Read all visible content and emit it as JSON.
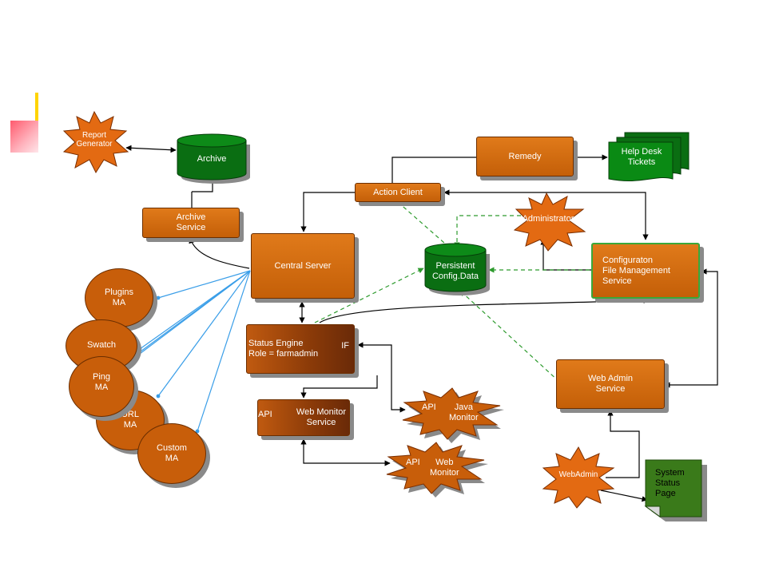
{
  "diagram": {
    "colors": {
      "orange": "#c85e0a",
      "green": "#0a6e12",
      "connector_black": "#000000",
      "connector_blue": "#3a9ee8",
      "connector_green_dashed": "#2e9b2e",
      "accent_yellow": "#ffd400",
      "accent_pink": "#ff5a6e"
    },
    "nodes": {
      "report_generator": "Report\nGenerator",
      "archive": "Archive",
      "archive_service": "Archive\nService",
      "remedy": "Remedy",
      "help_desk_tickets": "Help Desk\nTickets",
      "action_client": "Action Client",
      "administrator": "Administrator",
      "central_server": "Central Server",
      "persistent_config": "Persistent\nConfig.Data",
      "config_file_mgmt": "Configuraton\nFile Management\nService",
      "plugins_ma": "Plugins\nMA",
      "swatch": "Swatch",
      "ping_ma": "Ping\nMA",
      "url_ma": "URL\nMA",
      "custom_ma": "Custom\nMA",
      "status_engine": "Status Engine\nRole = farmadmin",
      "status_engine_if": "IF",
      "web_monitor_api": "API",
      "web_monitor_service": "Web Monitor\nService",
      "api_java_monitor_api": "API",
      "api_java_monitor": "Java\nMonitor",
      "api_web_monitor_api": "API",
      "api_web_monitor": "Web\nMonitor",
      "web_admin_service": "Web Admin\nService",
      "webadmin": "WebAdmin",
      "system_status_page": "System\nStatus\nPage"
    }
  }
}
